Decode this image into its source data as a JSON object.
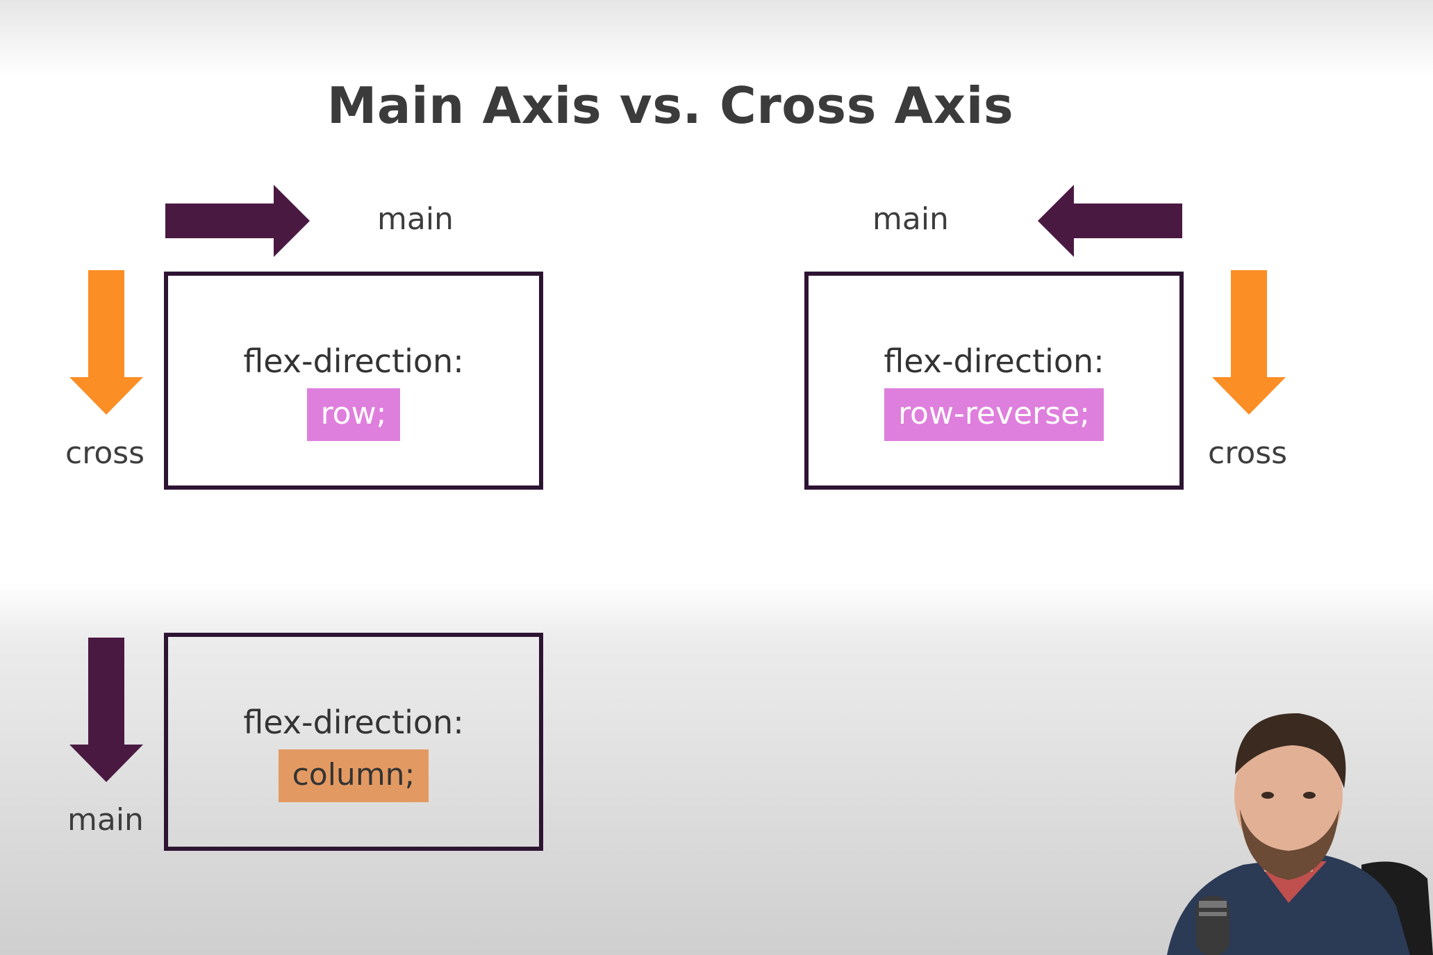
{
  "title": "Main Axis vs. Cross Axis",
  "colors": {
    "main_arrow": "#4a1942",
    "cross_arrow": "#fb8e25",
    "box_border": "#2e1433",
    "value_row": "#df7fdd",
    "value_column": "#e39a62"
  },
  "diagrams": [
    {
      "property": "flex-direction:",
      "value": "row;",
      "main_label": "main",
      "cross_label": "cross",
      "main_arrow_icon": "arrow-right-icon",
      "cross_arrow_icon": "arrow-down-icon"
    },
    {
      "property": "flex-direction:",
      "value": "row-reverse;",
      "main_label": "main",
      "cross_label": "cross",
      "main_arrow_icon": "arrow-left-icon",
      "cross_arrow_icon": "arrow-down-icon"
    },
    {
      "property": "flex-direction:",
      "value": "column;",
      "main_label": "main",
      "main_arrow_icon": "arrow-down-icon"
    }
  ]
}
